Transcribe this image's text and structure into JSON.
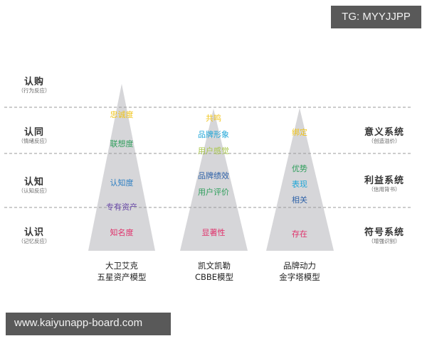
{
  "watermark_top": "TG: MYYJJPP",
  "watermark_bottom": "www.kaiyunapp-board.com",
  "colors": {
    "pyramid": "#d6d6d9",
    "dash": "#9a9a9a",
    "yellow": "#f0c419",
    "green": "#2e9e5b",
    "blue": "#2e7fc2",
    "cyan": "#1ea6d8",
    "lightgreen": "#a8c64a",
    "purple": "#6a4aa8",
    "pink": "#e0306a",
    "darkblue": "#2f62a8"
  },
  "rows": [
    {
      "title": "认购",
      "subtitle": "（行为反应）"
    },
    {
      "title": "认同",
      "subtitle": "（情绪反应）"
    },
    {
      "title": "认知",
      "subtitle": "（认知反应）"
    },
    {
      "title": "认识",
      "subtitle": "（记忆反应）"
    }
  ],
  "systems": [
    {
      "title": "意义系统",
      "subtitle": "（创造溢价）"
    },
    {
      "title": "利益系统",
      "subtitle": "（信用背书）"
    },
    {
      "title": "符号系统",
      "subtitle": "（增强识别）"
    }
  ],
  "pyramids": [
    {
      "model_line1": "大卫艾克",
      "model_line2": "五星资产模型",
      "labels": [
        "忠诚度",
        "联想度",
        "认知度",
        "专有资产",
        "知名度"
      ]
    },
    {
      "model_line1": "凯文凯勒",
      "model_line2": "CBBE模型",
      "labels": [
        "共鸣",
        "品牌形象",
        "用户感觉",
        "品牌绩效",
        "用户评价",
        "显著性"
      ]
    },
    {
      "model_line1": "品牌动力",
      "model_line2": "金字塔模型",
      "labels": [
        "绑定",
        "优势",
        "表现",
        "相关",
        "存在"
      ]
    }
  ]
}
